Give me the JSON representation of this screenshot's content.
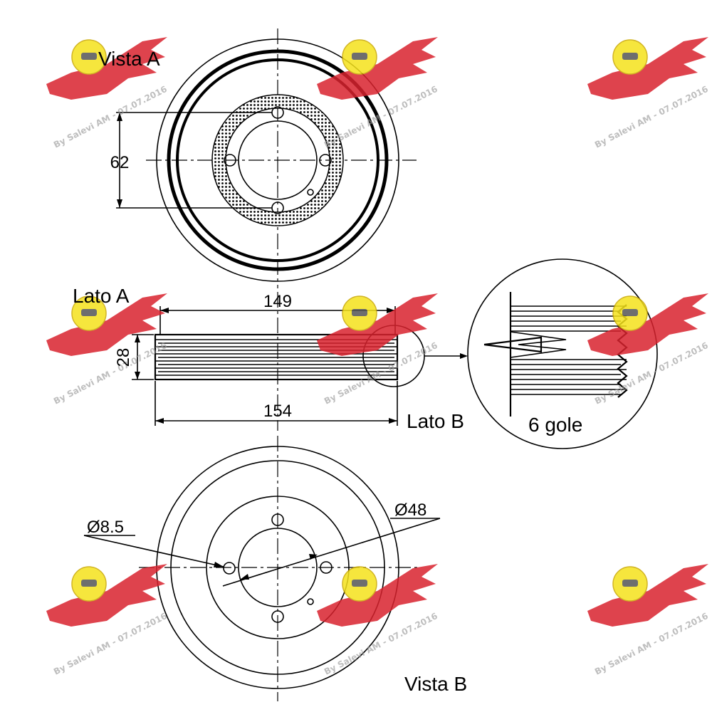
{
  "views": {
    "view_a": "Vista A",
    "view_b": "Vista B",
    "side_a": "Lato A",
    "side_b": "Lato B"
  },
  "dimensions": {
    "bolt_spacing": "62",
    "width_top": "149",
    "width_bottom": "154",
    "height": "28",
    "hole_diameter": "Ø8.5",
    "center_diameter": "Ø48"
  },
  "detail": {
    "grooves_label": "6 gole"
  },
  "watermark": {
    "text": "By Salevi AM - 07.07.2016",
    "logo_color": "#d9232e",
    "badge_color": "#f5e21c"
  }
}
